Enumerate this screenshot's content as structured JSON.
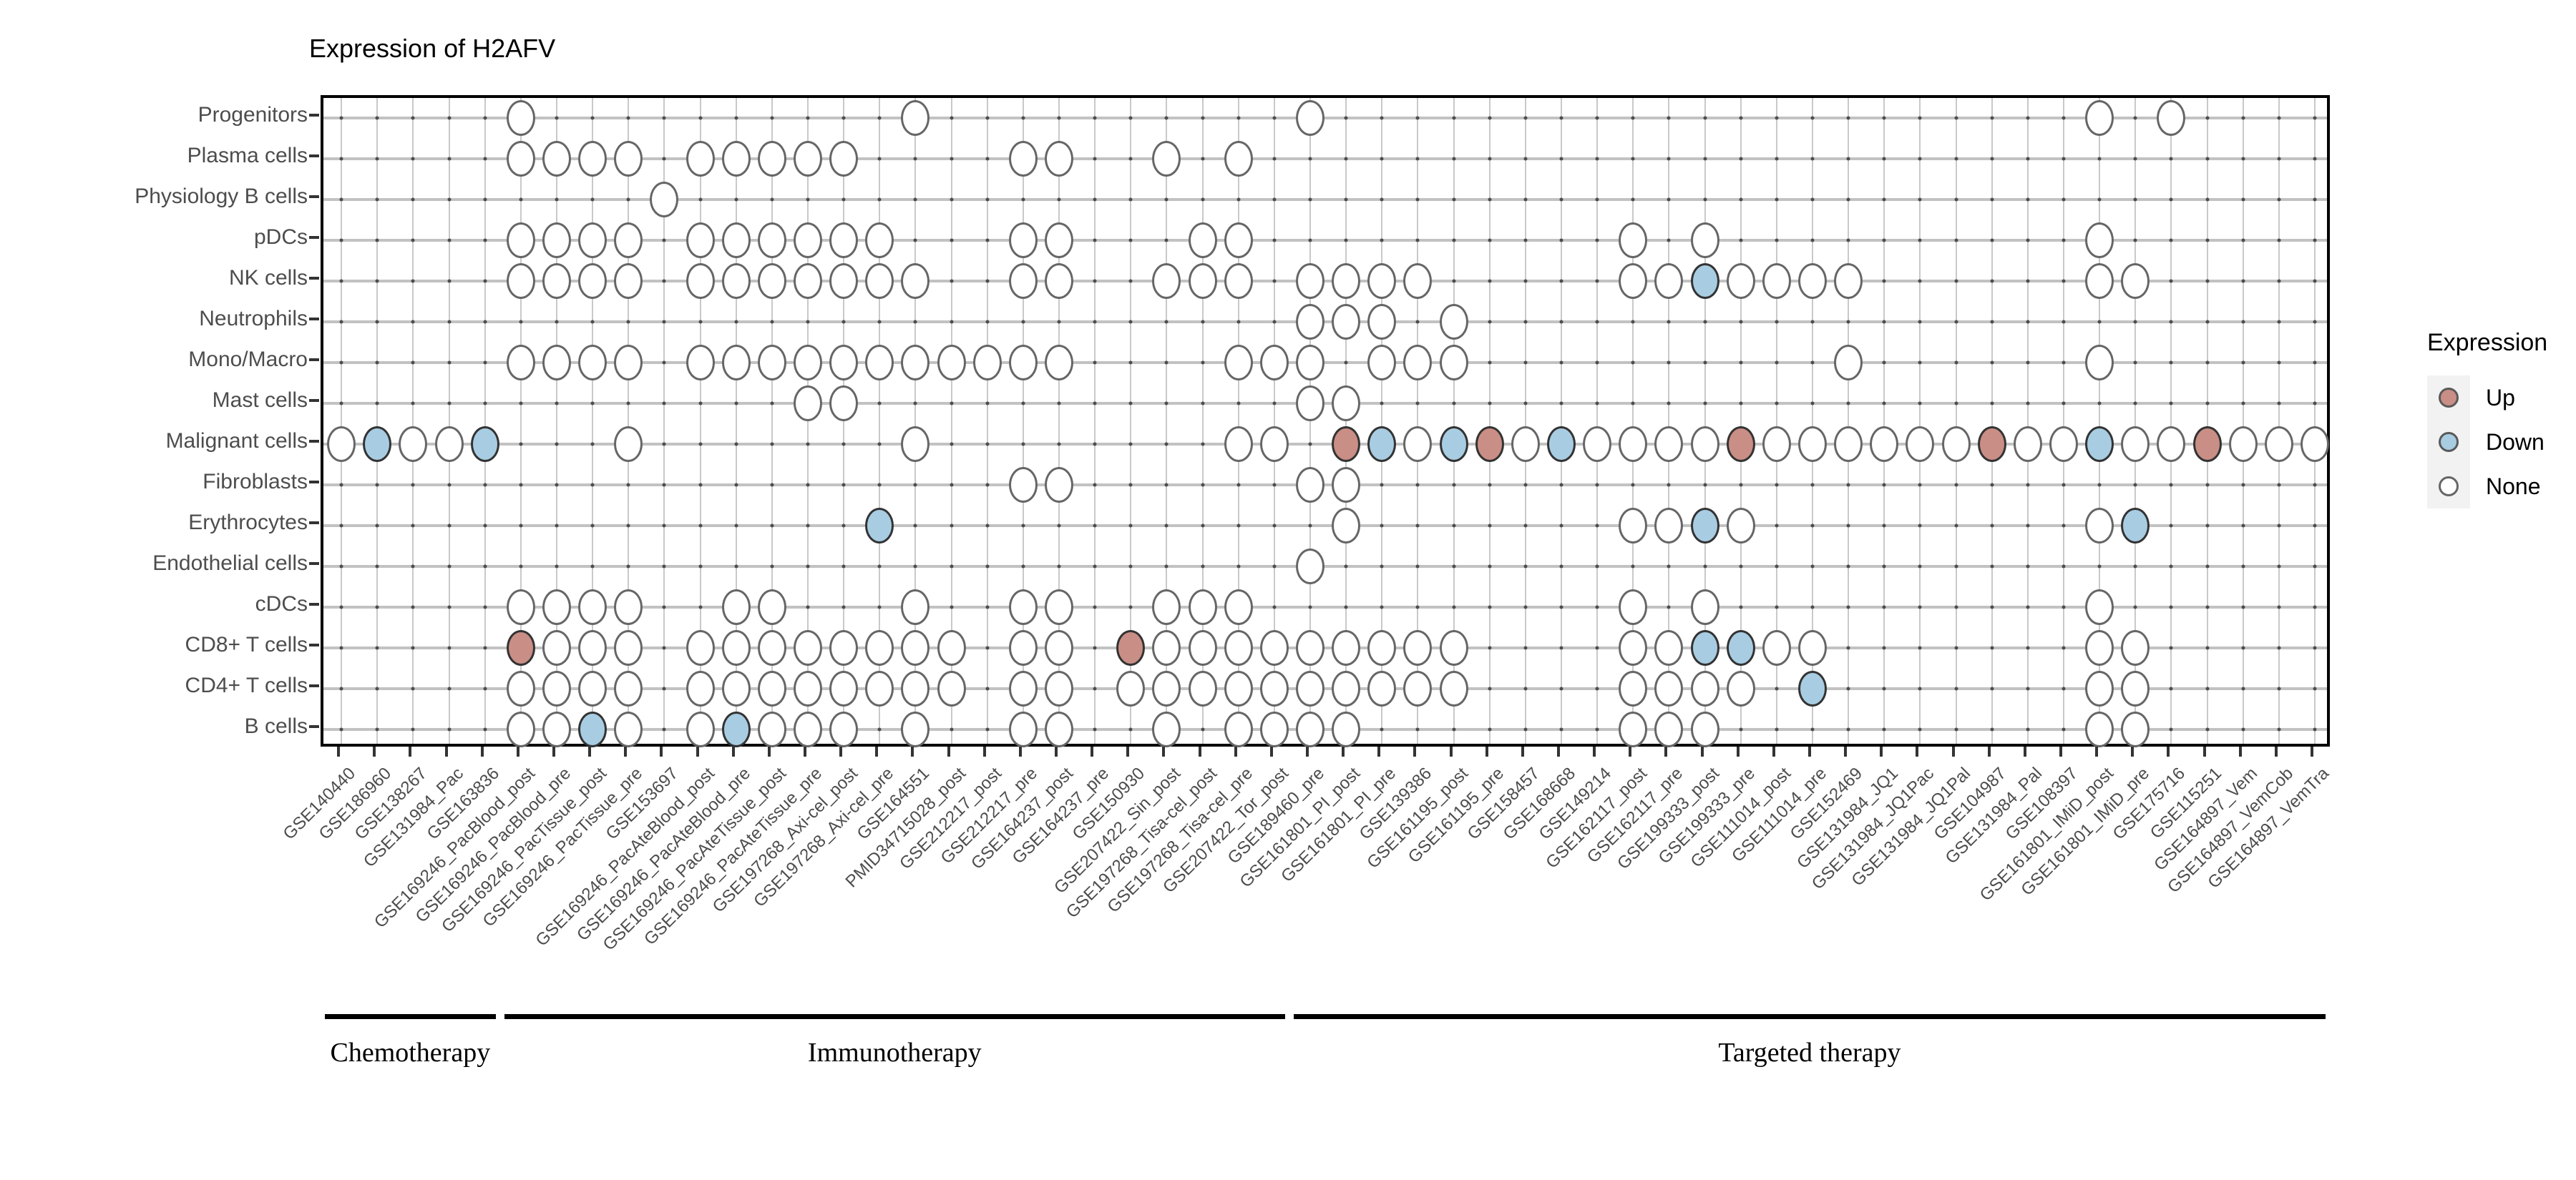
{
  "chart_data": {
    "type": "heatmap",
    "title": "Expression of H2AFV",
    "xlabel": "",
    "ylabel": "",
    "legend": {
      "title": "Expression",
      "position": "right",
      "entries": [
        {
          "label": "Up",
          "color": "#c98e85"
        },
        {
          "label": "Down",
          "color": "#a8cde2"
        },
        {
          "label": "None",
          "color": "#ffffff"
        }
      ]
    },
    "grid": true,
    "rows": [
      "Progenitors",
      "Plasma cells",
      "Physiology B cells",
      "pDCs",
      "NK cells",
      "Neutrophils",
      "Mono/Macro",
      "Mast cells",
      "Malignant cells",
      "Fibroblasts",
      "Erythrocytes",
      "Endothelial cells",
      "cDCs",
      "CD8+ T cells",
      "CD4+ T cells",
      "B cells"
    ],
    "categories": [
      "GSE140440",
      "GSE186960",
      "GSE138267",
      "GSE131984_Pac",
      "GSE163836",
      "GSE169246_PacBlood_post",
      "GSE169246_PacBlood_pre",
      "GSE169246_PacTissue_post",
      "GSE169246_PacTissue_pre",
      "GSE153697",
      "GSE169246_PacAteBlood_post",
      "GSE169246_PacAteBlood_pre",
      "GSE169246_PacAteTissue_post",
      "GSE169246_PacAteTissue_pre",
      "GSE197268_Axi-cel_post",
      "GSE197268_Axi-cel_pre",
      "GSE164551",
      "PMID34715028_post",
      "GSE212217_post",
      "GSE212217_pre",
      "GSE164237_post",
      "GSE164237_pre",
      "GSE150930",
      "GSE207422_Sin_post",
      "GSE197268_Tisa-cel_post",
      "GSE197268_Tisa-cel_pre",
      "GSE207422_Tor_post",
      "GSE189460_pre",
      "GSE161801_PI_post",
      "GSE161801_PI_pre",
      "GSE139386",
      "GSE161195_post",
      "GSE161195_pre",
      "GSE158457",
      "GSE168668",
      "GSE149214",
      "GSE162117_post",
      "GSE162117_pre",
      "GSE199333_post",
      "GSE199333_pre",
      "GSE111014_post",
      "GSE111014_pre",
      "GSE152469",
      "GSE131984_JQ1",
      "GSE131984_JQ1Pac",
      "GSE131984_JQ1Pal",
      "GSE104987",
      "GSE131984_Pal",
      "GSE108397",
      "GSE161801_IMiD_post",
      "GSE161801_IMiD_pre",
      "GSE175716",
      "GSE115251",
      "GSE164897_Vem",
      "GSE164897_VemCob",
      "GSE164897_VemTra"
    ],
    "groups": [
      {
        "label": "Chemotherapy",
        "start": 0,
        "end": 4
      },
      {
        "label": "Immunotherapy",
        "start": 5,
        "end": 26
      },
      {
        "label": "Targeted therapy",
        "start": 27,
        "end": 55
      }
    ],
    "cells": [
      {
        "r": 0,
        "c": 5,
        "v": "None"
      },
      {
        "r": 0,
        "c": 16,
        "v": "None"
      },
      {
        "r": 0,
        "c": 27,
        "v": "None"
      },
      {
        "r": 0,
        "c": 49,
        "v": "None"
      },
      {
        "r": 0,
        "c": 51,
        "v": "None"
      },
      {
        "r": 1,
        "c": 5,
        "v": "None"
      },
      {
        "r": 1,
        "c": 6,
        "v": "None"
      },
      {
        "r": 1,
        "c": 7,
        "v": "None"
      },
      {
        "r": 1,
        "c": 8,
        "v": "None"
      },
      {
        "r": 1,
        "c": 10,
        "v": "None"
      },
      {
        "r": 1,
        "c": 11,
        "v": "None"
      },
      {
        "r": 1,
        "c": 12,
        "v": "None"
      },
      {
        "r": 1,
        "c": 13,
        "v": "None"
      },
      {
        "r": 1,
        "c": 14,
        "v": "None"
      },
      {
        "r": 1,
        "c": 19,
        "v": "None"
      },
      {
        "r": 1,
        "c": 20,
        "v": "None"
      },
      {
        "r": 1,
        "c": 23,
        "v": "None"
      },
      {
        "r": 1,
        "c": 25,
        "v": "None"
      },
      {
        "r": 2,
        "c": 9,
        "v": "None"
      },
      {
        "r": 3,
        "c": 5,
        "v": "None"
      },
      {
        "r": 3,
        "c": 6,
        "v": "None"
      },
      {
        "r": 3,
        "c": 7,
        "v": "None"
      },
      {
        "r": 3,
        "c": 8,
        "v": "None"
      },
      {
        "r": 3,
        "c": 10,
        "v": "None"
      },
      {
        "r": 3,
        "c": 11,
        "v": "None"
      },
      {
        "r": 3,
        "c": 12,
        "v": "None"
      },
      {
        "r": 3,
        "c": 13,
        "v": "None"
      },
      {
        "r": 3,
        "c": 14,
        "v": "None"
      },
      {
        "r": 3,
        "c": 15,
        "v": "None"
      },
      {
        "r": 3,
        "c": 19,
        "v": "None"
      },
      {
        "r": 3,
        "c": 20,
        "v": "None"
      },
      {
        "r": 3,
        "c": 24,
        "v": "None"
      },
      {
        "r": 3,
        "c": 25,
        "v": "None"
      },
      {
        "r": 3,
        "c": 36,
        "v": "None"
      },
      {
        "r": 3,
        "c": 38,
        "v": "None"
      },
      {
        "r": 3,
        "c": 49,
        "v": "None"
      },
      {
        "r": 4,
        "c": 5,
        "v": "None"
      },
      {
        "r": 4,
        "c": 6,
        "v": "None"
      },
      {
        "r": 4,
        "c": 7,
        "v": "None"
      },
      {
        "r": 4,
        "c": 8,
        "v": "None"
      },
      {
        "r": 4,
        "c": 10,
        "v": "None"
      },
      {
        "r": 4,
        "c": 11,
        "v": "None"
      },
      {
        "r": 4,
        "c": 12,
        "v": "None"
      },
      {
        "r": 4,
        "c": 13,
        "v": "None"
      },
      {
        "r": 4,
        "c": 14,
        "v": "None"
      },
      {
        "r": 4,
        "c": 15,
        "v": "None"
      },
      {
        "r": 4,
        "c": 16,
        "v": "None"
      },
      {
        "r": 4,
        "c": 19,
        "v": "None"
      },
      {
        "r": 4,
        "c": 20,
        "v": "None"
      },
      {
        "r": 4,
        "c": 23,
        "v": "None"
      },
      {
        "r": 4,
        "c": 24,
        "v": "None"
      },
      {
        "r": 4,
        "c": 25,
        "v": "None"
      },
      {
        "r": 4,
        "c": 27,
        "v": "None"
      },
      {
        "r": 4,
        "c": 28,
        "v": "None"
      },
      {
        "r": 4,
        "c": 29,
        "v": "None"
      },
      {
        "r": 4,
        "c": 30,
        "v": "None"
      },
      {
        "r": 4,
        "c": 36,
        "v": "None"
      },
      {
        "r": 4,
        "c": 37,
        "v": "None"
      },
      {
        "r": 4,
        "c": 38,
        "v": "Down"
      },
      {
        "r": 4,
        "c": 39,
        "v": "None"
      },
      {
        "r": 4,
        "c": 40,
        "v": "None"
      },
      {
        "r": 4,
        "c": 41,
        "v": "None"
      },
      {
        "r": 4,
        "c": 42,
        "v": "None"
      },
      {
        "r": 4,
        "c": 49,
        "v": "None"
      },
      {
        "r": 4,
        "c": 50,
        "v": "None"
      },
      {
        "r": 5,
        "c": 27,
        "v": "None"
      },
      {
        "r": 5,
        "c": 28,
        "v": "None"
      },
      {
        "r": 5,
        "c": 29,
        "v": "None"
      },
      {
        "r": 5,
        "c": 31,
        "v": "None"
      },
      {
        "r": 6,
        "c": 5,
        "v": "None"
      },
      {
        "r": 6,
        "c": 6,
        "v": "None"
      },
      {
        "r": 6,
        "c": 7,
        "v": "None"
      },
      {
        "r": 6,
        "c": 8,
        "v": "None"
      },
      {
        "r": 6,
        "c": 10,
        "v": "None"
      },
      {
        "r": 6,
        "c": 11,
        "v": "None"
      },
      {
        "r": 6,
        "c": 12,
        "v": "None"
      },
      {
        "r": 6,
        "c": 13,
        "v": "None"
      },
      {
        "r": 6,
        "c": 14,
        "v": "None"
      },
      {
        "r": 6,
        "c": 15,
        "v": "None"
      },
      {
        "r": 6,
        "c": 16,
        "v": "None"
      },
      {
        "r": 6,
        "c": 17,
        "v": "None"
      },
      {
        "r": 6,
        "c": 18,
        "v": "None"
      },
      {
        "r": 6,
        "c": 19,
        "v": "None"
      },
      {
        "r": 6,
        "c": 20,
        "v": "None"
      },
      {
        "r": 6,
        "c": 25,
        "v": "None"
      },
      {
        "r": 6,
        "c": 26,
        "v": "None"
      },
      {
        "r": 6,
        "c": 27,
        "v": "None"
      },
      {
        "r": 6,
        "c": 29,
        "v": "None"
      },
      {
        "r": 6,
        "c": 30,
        "v": "None"
      },
      {
        "r": 6,
        "c": 31,
        "v": "None"
      },
      {
        "r": 6,
        "c": 42,
        "v": "None"
      },
      {
        "r": 6,
        "c": 49,
        "v": "None"
      },
      {
        "r": 7,
        "c": 13,
        "v": "None"
      },
      {
        "r": 7,
        "c": 14,
        "v": "None"
      },
      {
        "r": 7,
        "c": 27,
        "v": "None"
      },
      {
        "r": 7,
        "c": 28,
        "v": "None"
      },
      {
        "r": 8,
        "c": 0,
        "v": "None"
      },
      {
        "r": 8,
        "c": 1,
        "v": "Down"
      },
      {
        "r": 8,
        "c": 2,
        "v": "None"
      },
      {
        "r": 8,
        "c": 3,
        "v": "None"
      },
      {
        "r": 8,
        "c": 4,
        "v": "Down"
      },
      {
        "r": 8,
        "c": 8,
        "v": "None"
      },
      {
        "r": 8,
        "c": 16,
        "v": "None"
      },
      {
        "r": 8,
        "c": 25,
        "v": "None"
      },
      {
        "r": 8,
        "c": 26,
        "v": "None"
      },
      {
        "r": 8,
        "c": 28,
        "v": "Up"
      },
      {
        "r": 8,
        "c": 29,
        "v": "Down"
      },
      {
        "r": 8,
        "c": 30,
        "v": "None"
      },
      {
        "r": 8,
        "c": 31,
        "v": "Down"
      },
      {
        "r": 8,
        "c": 32,
        "v": "Up"
      },
      {
        "r": 8,
        "c": 33,
        "v": "None"
      },
      {
        "r": 8,
        "c": 34,
        "v": "Down"
      },
      {
        "r": 8,
        "c": 35,
        "v": "None"
      },
      {
        "r": 8,
        "c": 36,
        "v": "None"
      },
      {
        "r": 8,
        "c": 37,
        "v": "None"
      },
      {
        "r": 8,
        "c": 38,
        "v": "None"
      },
      {
        "r": 8,
        "c": 39,
        "v": "Up"
      },
      {
        "r": 8,
        "c": 40,
        "v": "None"
      },
      {
        "r": 8,
        "c": 41,
        "v": "None"
      },
      {
        "r": 8,
        "c": 42,
        "v": "None"
      },
      {
        "r": 8,
        "c": 43,
        "v": "None"
      },
      {
        "r": 8,
        "c": 44,
        "v": "None"
      },
      {
        "r": 8,
        "c": 45,
        "v": "None"
      },
      {
        "r": 8,
        "c": 46,
        "v": "Up"
      },
      {
        "r": 8,
        "c": 47,
        "v": "None"
      },
      {
        "r": 8,
        "c": 48,
        "v": "None"
      },
      {
        "r": 8,
        "c": 49,
        "v": "Down"
      },
      {
        "r": 8,
        "c": 50,
        "v": "None"
      },
      {
        "r": 8,
        "c": 51,
        "v": "None"
      },
      {
        "r": 8,
        "c": 52,
        "v": "Up"
      },
      {
        "r": 8,
        "c": 53,
        "v": "None"
      },
      {
        "r": 8,
        "c": 54,
        "v": "None"
      },
      {
        "r": 8,
        "c": 55,
        "v": "None"
      },
      {
        "r": 9,
        "c": 19,
        "v": "None"
      },
      {
        "r": 9,
        "c": 20,
        "v": "None"
      },
      {
        "r": 9,
        "c": 27,
        "v": "None"
      },
      {
        "r": 9,
        "c": 28,
        "v": "None"
      },
      {
        "r": 10,
        "c": 15,
        "v": "Down"
      },
      {
        "r": 10,
        "c": 28,
        "v": "None"
      },
      {
        "r": 10,
        "c": 36,
        "v": "None"
      },
      {
        "r": 10,
        "c": 37,
        "v": "None"
      },
      {
        "r": 10,
        "c": 38,
        "v": "Down"
      },
      {
        "r": 10,
        "c": 39,
        "v": "None"
      },
      {
        "r": 10,
        "c": 49,
        "v": "None"
      },
      {
        "r": 10,
        "c": 50,
        "v": "Down"
      },
      {
        "r": 11,
        "c": 27,
        "v": "None"
      },
      {
        "r": 12,
        "c": 5,
        "v": "None"
      },
      {
        "r": 12,
        "c": 6,
        "v": "None"
      },
      {
        "r": 12,
        "c": 7,
        "v": "None"
      },
      {
        "r": 12,
        "c": 8,
        "v": "None"
      },
      {
        "r": 12,
        "c": 11,
        "v": "None"
      },
      {
        "r": 12,
        "c": 12,
        "v": "None"
      },
      {
        "r": 12,
        "c": 16,
        "v": "None"
      },
      {
        "r": 12,
        "c": 19,
        "v": "None"
      },
      {
        "r": 12,
        "c": 20,
        "v": "None"
      },
      {
        "r": 12,
        "c": 23,
        "v": "None"
      },
      {
        "r": 12,
        "c": 24,
        "v": "None"
      },
      {
        "r": 12,
        "c": 25,
        "v": "None"
      },
      {
        "r": 12,
        "c": 36,
        "v": "None"
      },
      {
        "r": 12,
        "c": 38,
        "v": "None"
      },
      {
        "r": 12,
        "c": 49,
        "v": "None"
      },
      {
        "r": 13,
        "c": 5,
        "v": "Up"
      },
      {
        "r": 13,
        "c": 6,
        "v": "None"
      },
      {
        "r": 13,
        "c": 7,
        "v": "None"
      },
      {
        "r": 13,
        "c": 8,
        "v": "None"
      },
      {
        "r": 13,
        "c": 10,
        "v": "None"
      },
      {
        "r": 13,
        "c": 11,
        "v": "None"
      },
      {
        "r": 13,
        "c": 12,
        "v": "None"
      },
      {
        "r": 13,
        "c": 13,
        "v": "None"
      },
      {
        "r": 13,
        "c": 14,
        "v": "None"
      },
      {
        "r": 13,
        "c": 15,
        "v": "None"
      },
      {
        "r": 13,
        "c": 16,
        "v": "None"
      },
      {
        "r": 13,
        "c": 17,
        "v": "None"
      },
      {
        "r": 13,
        "c": 19,
        "v": "None"
      },
      {
        "r": 13,
        "c": 20,
        "v": "None"
      },
      {
        "r": 13,
        "c": 22,
        "v": "Up"
      },
      {
        "r": 13,
        "c": 23,
        "v": "None"
      },
      {
        "r": 13,
        "c": 24,
        "v": "None"
      },
      {
        "r": 13,
        "c": 25,
        "v": "None"
      },
      {
        "r": 13,
        "c": 26,
        "v": "None"
      },
      {
        "r": 13,
        "c": 27,
        "v": "None"
      },
      {
        "r": 13,
        "c": 28,
        "v": "None"
      },
      {
        "r": 13,
        "c": 29,
        "v": "None"
      },
      {
        "r": 13,
        "c": 30,
        "v": "None"
      },
      {
        "r": 13,
        "c": 31,
        "v": "None"
      },
      {
        "r": 13,
        "c": 36,
        "v": "None"
      },
      {
        "r": 13,
        "c": 37,
        "v": "None"
      },
      {
        "r": 13,
        "c": 38,
        "v": "Down"
      },
      {
        "r": 13,
        "c": 39,
        "v": "Down"
      },
      {
        "r": 13,
        "c": 40,
        "v": "None"
      },
      {
        "r": 13,
        "c": 41,
        "v": "None"
      },
      {
        "r": 13,
        "c": 49,
        "v": "None"
      },
      {
        "r": 13,
        "c": 50,
        "v": "None"
      },
      {
        "r": 14,
        "c": 5,
        "v": "None"
      },
      {
        "r": 14,
        "c": 6,
        "v": "None"
      },
      {
        "r": 14,
        "c": 7,
        "v": "None"
      },
      {
        "r": 14,
        "c": 8,
        "v": "None"
      },
      {
        "r": 14,
        "c": 10,
        "v": "None"
      },
      {
        "r": 14,
        "c": 11,
        "v": "None"
      },
      {
        "r": 14,
        "c": 12,
        "v": "None"
      },
      {
        "r": 14,
        "c": 13,
        "v": "None"
      },
      {
        "r": 14,
        "c": 14,
        "v": "None"
      },
      {
        "r": 14,
        "c": 15,
        "v": "None"
      },
      {
        "r": 14,
        "c": 16,
        "v": "None"
      },
      {
        "r": 14,
        "c": 17,
        "v": "None"
      },
      {
        "r": 14,
        "c": 19,
        "v": "None"
      },
      {
        "r": 14,
        "c": 20,
        "v": "None"
      },
      {
        "r": 14,
        "c": 22,
        "v": "None"
      },
      {
        "r": 14,
        "c": 23,
        "v": "None"
      },
      {
        "r": 14,
        "c": 24,
        "v": "None"
      },
      {
        "r": 14,
        "c": 25,
        "v": "None"
      },
      {
        "r": 14,
        "c": 26,
        "v": "None"
      },
      {
        "r": 14,
        "c": 27,
        "v": "None"
      },
      {
        "r": 14,
        "c": 28,
        "v": "None"
      },
      {
        "r": 14,
        "c": 29,
        "v": "None"
      },
      {
        "r": 14,
        "c": 30,
        "v": "None"
      },
      {
        "r": 14,
        "c": 31,
        "v": "None"
      },
      {
        "r": 14,
        "c": 36,
        "v": "None"
      },
      {
        "r": 14,
        "c": 37,
        "v": "None"
      },
      {
        "r": 14,
        "c": 38,
        "v": "None"
      },
      {
        "r": 14,
        "c": 39,
        "v": "None"
      },
      {
        "r": 14,
        "c": 41,
        "v": "Down"
      },
      {
        "r": 14,
        "c": 49,
        "v": "None"
      },
      {
        "r": 14,
        "c": 50,
        "v": "None"
      },
      {
        "r": 15,
        "c": 5,
        "v": "None"
      },
      {
        "r": 15,
        "c": 6,
        "v": "None"
      },
      {
        "r": 15,
        "c": 7,
        "v": "Down"
      },
      {
        "r": 15,
        "c": 8,
        "v": "None"
      },
      {
        "r": 15,
        "c": 10,
        "v": "None"
      },
      {
        "r": 15,
        "c": 11,
        "v": "Down"
      },
      {
        "r": 15,
        "c": 12,
        "v": "None"
      },
      {
        "r": 15,
        "c": 13,
        "v": "None"
      },
      {
        "r": 15,
        "c": 14,
        "v": "None"
      },
      {
        "r": 15,
        "c": 16,
        "v": "None"
      },
      {
        "r": 15,
        "c": 19,
        "v": "None"
      },
      {
        "r": 15,
        "c": 20,
        "v": "None"
      },
      {
        "r": 15,
        "c": 23,
        "v": "None"
      },
      {
        "r": 15,
        "c": 25,
        "v": "None"
      },
      {
        "r": 15,
        "c": 26,
        "v": "None"
      },
      {
        "r": 15,
        "c": 27,
        "v": "None"
      },
      {
        "r": 15,
        "c": 28,
        "v": "None"
      },
      {
        "r": 15,
        "c": 36,
        "v": "None"
      },
      {
        "r": 15,
        "c": 37,
        "v": "None"
      },
      {
        "r": 15,
        "c": 38,
        "v": "None"
      },
      {
        "r": 15,
        "c": 49,
        "v": "None"
      },
      {
        "r": 15,
        "c": 50,
        "v": "None"
      }
    ]
  }
}
